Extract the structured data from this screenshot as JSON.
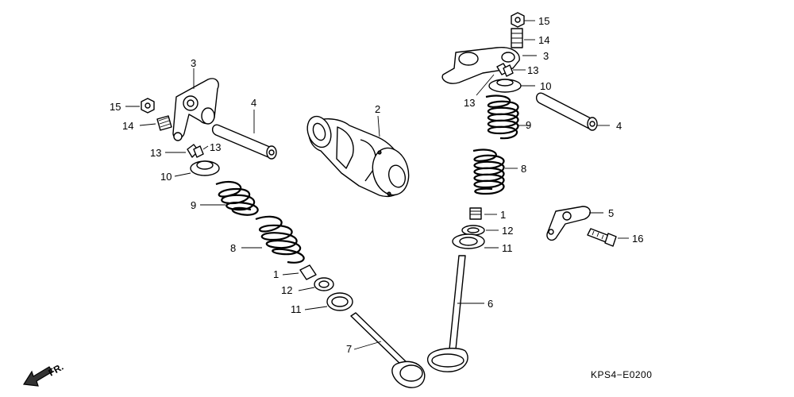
{
  "diagram": {
    "callouts": [
      {
        "id": "l15",
        "text": "15"
      },
      {
        "id": "l14",
        "text": "14"
      },
      {
        "id": "l3",
        "text": "3"
      },
      {
        "id": "l13a",
        "text": "13"
      },
      {
        "id": "l13b",
        "text": "13"
      },
      {
        "id": "l10",
        "text": "10"
      },
      {
        "id": "l9",
        "text": "9"
      },
      {
        "id": "l8",
        "text": "8"
      },
      {
        "id": "l1",
        "text": "1"
      },
      {
        "id": "l12",
        "text": "12"
      },
      {
        "id": "l11",
        "text": "11"
      },
      {
        "id": "l7",
        "text": "7"
      },
      {
        "id": "l4",
        "text": "4"
      },
      {
        "id": "c2",
        "text": "2"
      },
      {
        "id": "r15",
        "text": "15"
      },
      {
        "id": "r14",
        "text": "14"
      },
      {
        "id": "r3",
        "text": "3"
      },
      {
        "id": "r13a",
        "text": "13"
      },
      {
        "id": "r13b",
        "text": "13"
      },
      {
        "id": "r10",
        "text": "10"
      },
      {
        "id": "r9",
        "text": "9"
      },
      {
        "id": "r8",
        "text": "8"
      },
      {
        "id": "r1",
        "text": "1"
      },
      {
        "id": "r12",
        "text": "12"
      },
      {
        "id": "r11",
        "text": "11"
      },
      {
        "id": "r6",
        "text": "6"
      },
      {
        "id": "r4",
        "text": "4"
      },
      {
        "id": "r5",
        "text": "5"
      },
      {
        "id": "r16",
        "text": "16"
      }
    ],
    "direction_label": "FR.",
    "drawing_code": "KPS4−E0200"
  }
}
